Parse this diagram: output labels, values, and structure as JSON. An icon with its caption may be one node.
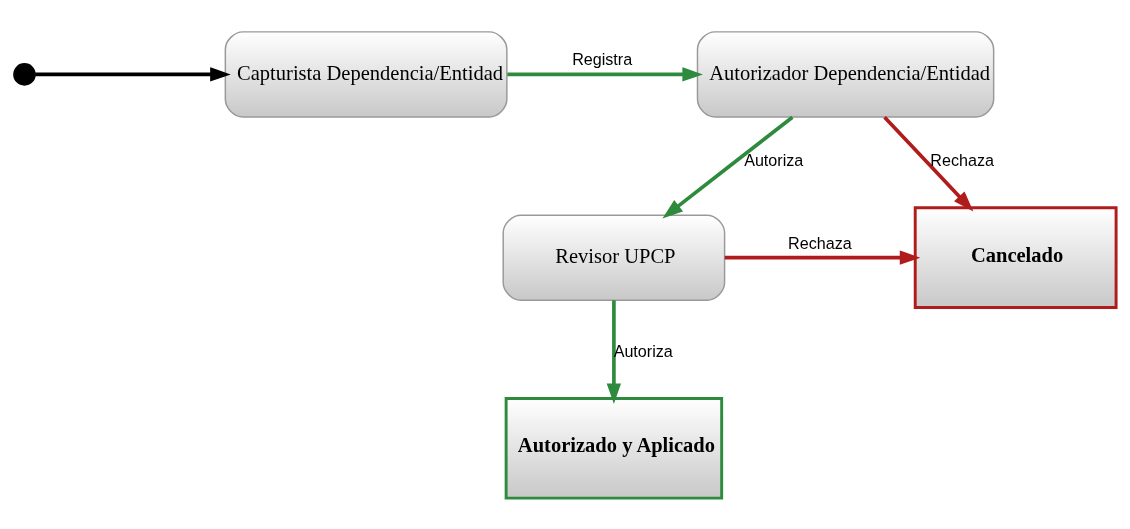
{
  "diagram": {
    "nodes": [
      {
        "text": [],
        "shape": "circle"
      },
      {
        "text": [
          "Capturista Dependencia/Entidad"
        ]
      },
      {
        "text": [
          "Autorizador Dependencia/Entidad"
        ]
      },
      {
        "text": [
          "Revisor UPCP"
        ]
      },
      {
        "text": [
          "Cancelado"
        ]
      },
      {
        "text": [
          "Autorizado y Aplicado"
        ]
      }
    ],
    "edges": [
      {
        "from": 0,
        "to": 1,
        "arrow": "to",
        "color": "#000000"
      },
      {
        "from": 1,
        "to": 2,
        "arrow": "to",
        "label": "Registra"
      },
      {
        "from": 2,
        "to": 4,
        "arrow": "to",
        "label": "Rechaza",
        "color": "#b01c1c"
      },
      {
        "from": 2,
        "to": 3,
        "arrow": "to",
        "label": "Autoriza"
      },
      {
        "from": 3,
        "to": 4,
        "arrow": "to",
        "label": "Rechaza",
        "color": "#b01c1c"
      },
      {
        "from": 3,
        "to": 5,
        "arrow": "to",
        "label": "Autoriza"
      }
    ]
  }
}
